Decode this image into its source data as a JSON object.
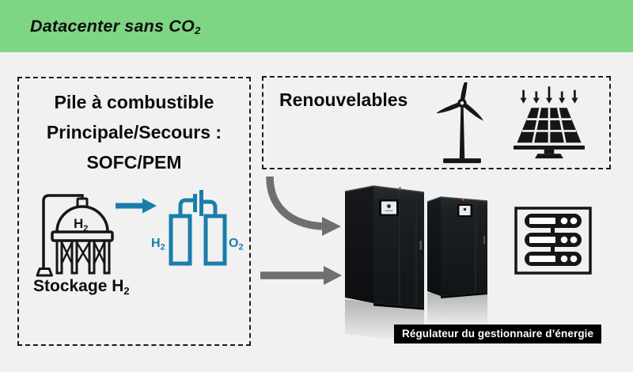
{
  "header": {
    "title": "Datacenter sans CO",
    "title_subscript": "2"
  },
  "fuel_cell_box": {
    "title_lines": [
      "Pile à combustible",
      "Principale/Secours :",
      "SOFC/PEM"
    ],
    "tank_label": {
      "text": "H",
      "subscript": "2"
    },
    "storage_caption": {
      "text": "Stockage H",
      "subscript": "2"
    },
    "cell_labels": {
      "left": {
        "text": "H",
        "subscript": "2"
      },
      "right": {
        "text": "O",
        "subscript": "2"
      }
    }
  },
  "renewables_box": {
    "title": "Renouvelables"
  },
  "energy_manager": {
    "label": "Régulateur du gestionnaire d’énergie"
  },
  "icons": {
    "tank": "hydrogen-storage-tank-icon",
    "flow": "blue-flow-arrow-icon",
    "fuel_cell": "fuel-cell-cylinders-icon",
    "wind": "wind-turbine-icon",
    "solar": "solar-panel-icon",
    "cabinets": "ups-cabinets-image",
    "rack": "server-rack-icon",
    "arrow_top": "renewables-to-ups-arrow",
    "arrow_bottom": "fuelcell-to-ups-arrow"
  },
  "colors": {
    "header_green": "#7ed685",
    "body_bg": "#f0f1f0",
    "accent_blue": "#1a7cab",
    "arrow_gray": "#6f6f6f",
    "ink": "#161616",
    "label_bg": "#000000",
    "label_text": "#ffffff"
  }
}
